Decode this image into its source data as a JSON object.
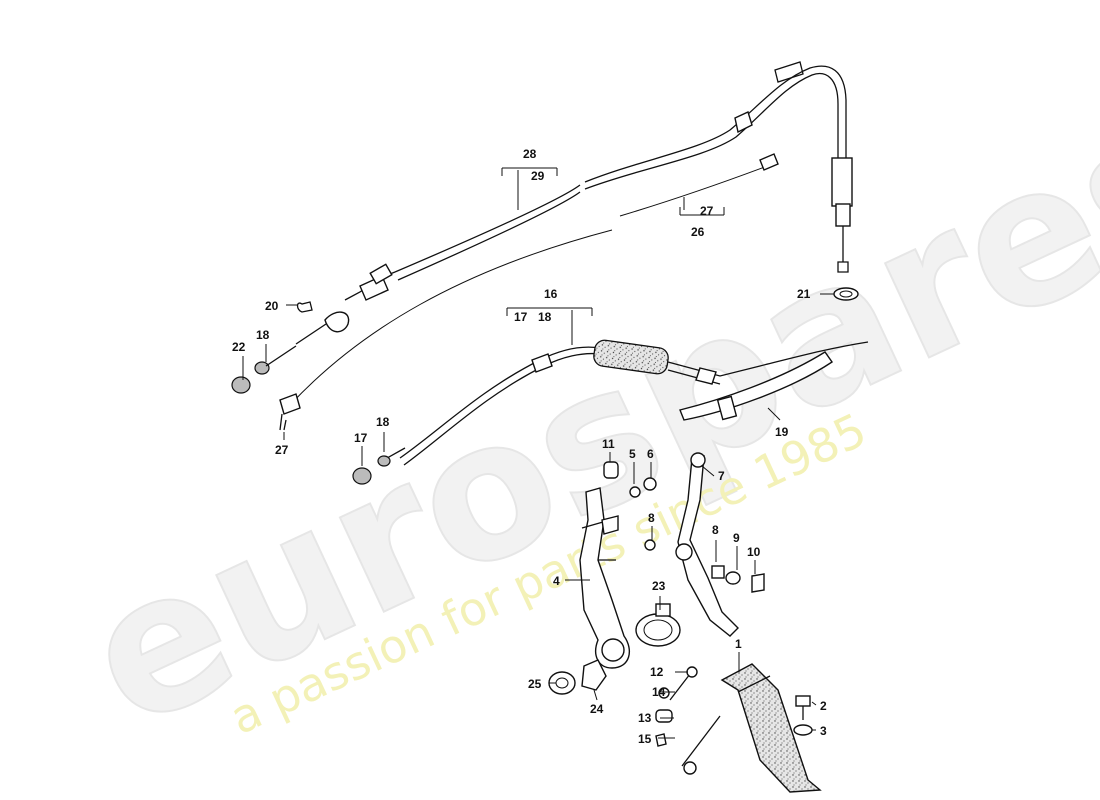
{
  "watermark": {
    "brand": "eurospares",
    "tagline": "a passion for parts since 1985"
  },
  "callouts": [
    {
      "id": "c28",
      "text": "28"
    },
    {
      "id": "c29",
      "text": "29"
    },
    {
      "id": "c27a",
      "text": "27"
    },
    {
      "id": "c26",
      "text": "26"
    },
    {
      "id": "c21",
      "text": "21"
    },
    {
      "id": "c20",
      "text": "20"
    },
    {
      "id": "c22",
      "text": "22"
    },
    {
      "id": "c18a",
      "text": "18"
    },
    {
      "id": "c27b",
      "text": "27"
    },
    {
      "id": "c16",
      "text": "16"
    },
    {
      "id": "c17a",
      "text": "17"
    },
    {
      "id": "c18b",
      "text": "18"
    },
    {
      "id": "c18c",
      "text": "18"
    },
    {
      "id": "c17b",
      "text": "17"
    },
    {
      "id": "c19",
      "text": "19"
    },
    {
      "id": "c11",
      "text": "11"
    },
    {
      "id": "c5",
      "text": "5"
    },
    {
      "id": "c6",
      "text": "6"
    },
    {
      "id": "c7",
      "text": "7"
    },
    {
      "id": "c8a",
      "text": "8"
    },
    {
      "id": "c8b",
      "text": "8"
    },
    {
      "id": "c9",
      "text": "9"
    },
    {
      "id": "c10",
      "text": "10"
    },
    {
      "id": "c4",
      "text": "4"
    },
    {
      "id": "c23",
      "text": "23"
    },
    {
      "id": "c1",
      "text": "1"
    },
    {
      "id": "c12",
      "text": "12"
    },
    {
      "id": "c25",
      "text": "25"
    },
    {
      "id": "c24",
      "text": "24"
    },
    {
      "id": "c14",
      "text": "14"
    },
    {
      "id": "c2",
      "text": "2"
    },
    {
      "id": "c3",
      "text": "3"
    },
    {
      "id": "c13",
      "text": "13"
    },
    {
      "id": "c15",
      "text": "15"
    }
  ]
}
